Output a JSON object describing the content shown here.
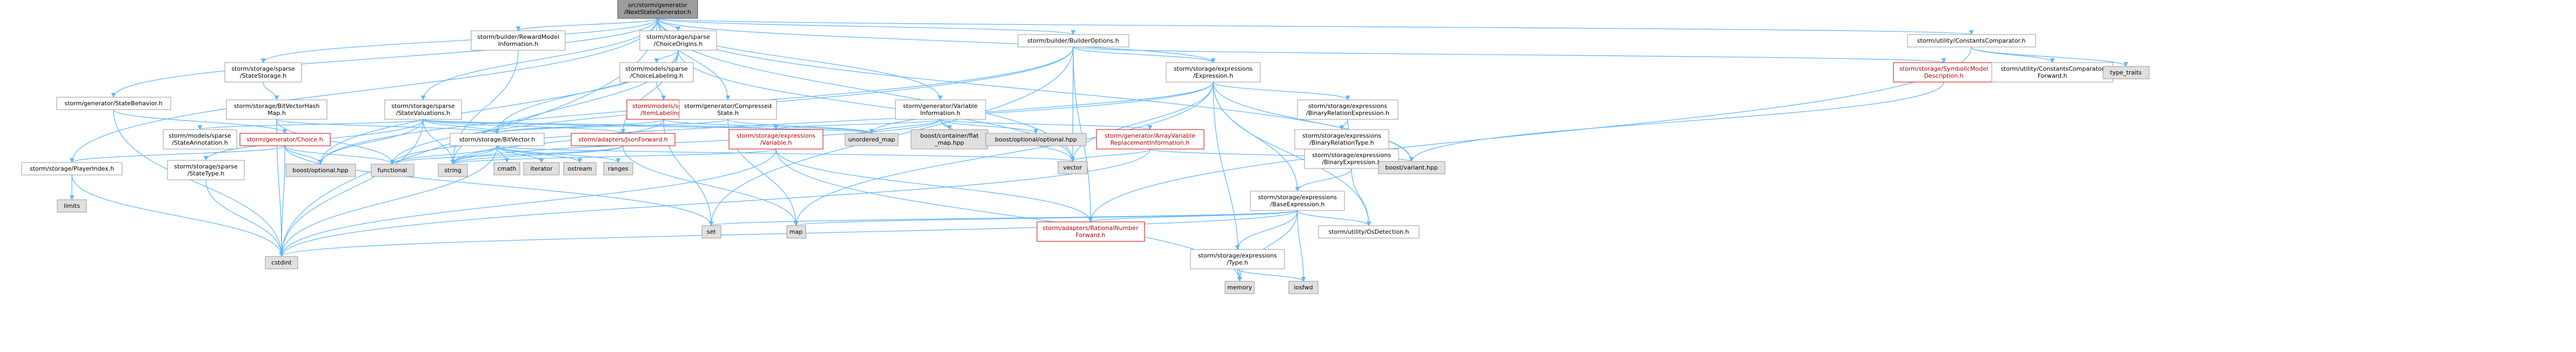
{
  "nodes": [
    {
      "id": "root",
      "lines": [
        "src/storm/generator",
        "/NextStateGenerator.h"
      ],
      "style": "root"
    },
    {
      "id": "stateStorage",
      "lines": [
        "storm/storage/sparse",
        "/StateStorage.h"
      ],
      "style": "white"
    },
    {
      "id": "stateBehavior",
      "lines": [
        "storm/generator/StateBehavior.h"
      ],
      "style": "white"
    },
    {
      "id": "rewardModelInfo",
      "lines": [
        "storm/builder/RewardModel",
        "Information.h"
      ],
      "style": "white"
    },
    {
      "id": "choiceOrigins",
      "lines": [
        "storm/storage/sparse",
        "/ChoiceOrigins.h"
      ],
      "style": "white"
    },
    {
      "id": "builderOptions",
      "lines": [
        "storm/builder/BuilderOptions.h"
      ],
      "style": "white"
    },
    {
      "id": "constantsComparator",
      "lines": [
        "storm/utility/ConstantsComparator.h"
      ],
      "style": "white"
    },
    {
      "id": "bitVectorHashMap",
      "lines": [
        "storm/storage/BitVectorHash",
        "Map.h"
      ],
      "style": "white"
    },
    {
      "id": "stateValuations",
      "lines": [
        "storm/storage/sparse",
        "/StateValuations.h"
      ],
      "style": "white"
    },
    {
      "id": "choiceLabeling",
      "lines": [
        "storm/models/sparse",
        "/ChoiceLabeling.h"
      ],
      "style": "white"
    },
    {
      "id": "itemLabeling",
      "lines": [
        "storm/models/sparse",
        "/ItemLabeling.h"
      ],
      "style": "red"
    },
    {
      "id": "compressedState",
      "lines": [
        "storm/generator/Compressed",
        "State.h"
      ],
      "style": "white"
    },
    {
      "id": "variableInfo",
      "lines": [
        "storm/generator/Variable",
        "Information.h"
      ],
      "style": "white"
    },
    {
      "id": "expression",
      "lines": [
        "storm/storage/expressions",
        "/Expression.h"
      ],
      "style": "white"
    },
    {
      "id": "symbolicModelDesc",
      "lines": [
        "storm/storage/SymbolicModel",
        "Description.h"
      ],
      "style": "red"
    },
    {
      "id": "constantsComparatorFwd",
      "lines": [
        "storm/utility/ConstantsComparator",
        "Forward.h"
      ],
      "style": "white"
    },
    {
      "id": "typeTraits",
      "lines": [
        "type_traits"
      ],
      "style": "gray"
    },
    {
      "id": "stateAnnotation",
      "lines": [
        "storm/models/sparse",
        "/StateAnnotation.h"
      ],
      "style": "white"
    },
    {
      "id": "generatorChoice",
      "lines": [
        "storm/generator/Choice.h"
      ],
      "style": "red"
    },
    {
      "id": "bitVector",
      "lines": [
        "storm/storage/BitVector.h"
      ],
      "style": "white"
    },
    {
      "id": "jsonForward",
      "lines": [
        "storm/adapters/JsonForward.h"
      ],
      "style": "red"
    },
    {
      "id": "exprVariable",
      "lines": [
        "storm/storage/expressions",
        "/Variable.h"
      ],
      "style": "red"
    },
    {
      "id": "unorderedMap",
      "lines": [
        "unordered_map"
      ],
      "style": "gray"
    },
    {
      "id": "flatMap",
      "lines": [
        "boost/container/flat",
        "_map.hpp"
      ],
      "style": "gray"
    },
    {
      "id": "boostOptionalHpp",
      "lines": [
        "boost/optional/optional.hpp"
      ],
      "style": "gray"
    },
    {
      "id": "arrayVarReplInfo",
      "lines": [
        "storm/generator/ArrayVariable",
        "ReplacementInformation.h"
      ],
      "style": "red"
    },
    {
      "id": "binaryRelationExpr",
      "lines": [
        "storm/storage/expressions",
        "/BinaryRelationExpression.h"
      ],
      "style": "white"
    },
    {
      "id": "binaryRelationType",
      "lines": [
        "storm/storage/expressions",
        "/BinaryRelationType.h"
      ],
      "style": "white"
    },
    {
      "id": "binaryExpression",
      "lines": [
        "storm/storage/expressions",
        "/BinaryExpression.h"
      ],
      "style": "white"
    },
    {
      "id": "playerIndex",
      "lines": [
        "storm/storage/PlayerIndex.h"
      ],
      "style": "white"
    },
    {
      "id": "stateType",
      "lines": [
        "storm/storage/sparse",
        "/StateType.h"
      ],
      "style": "white"
    },
    {
      "id": "boostOptional",
      "lines": [
        "boost/optional.hpp"
      ],
      "style": "gray"
    },
    {
      "id": "functional",
      "lines": [
        "functional"
      ],
      "style": "gray"
    },
    {
      "id": "string",
      "lines": [
        "string"
      ],
      "style": "gray"
    },
    {
      "id": "cmath",
      "lines": [
        "cmath"
      ],
      "style": "gray"
    },
    {
      "id": "iterator",
      "lines": [
        "iterator"
      ],
      "style": "gray"
    },
    {
      "id": "ostream",
      "lines": [
        "ostream"
      ],
      "style": "gray"
    },
    {
      "id": "ranges",
      "lines": [
        "ranges"
      ],
      "style": "gray"
    },
    {
      "id": "vector",
      "lines": [
        "vector"
      ],
      "style": "gray"
    },
    {
      "id": "boostVariant",
      "lines": [
        "boost/variant.hpp"
      ],
      "style": "gray"
    },
    {
      "id": "baseExpression",
      "lines": [
        "storm/storage/expressions",
        "/BaseExpression.h"
      ],
      "style": "white"
    },
    {
      "id": "limits",
      "lines": [
        "limits"
      ],
      "style": "gray"
    },
    {
      "id": "set",
      "lines": [
        "set"
      ],
      "style": "gray"
    },
    {
      "id": "map",
      "lines": [
        "map"
      ],
      "style": "gray"
    },
    {
      "id": "rationalNumberFwd",
      "lines": [
        "storm/adapters/RationalNumber",
        "Forward.h"
      ],
      "style": "red"
    },
    {
      "id": "osDetection",
      "lines": [
        "storm/utility/OsDetection.h"
      ],
      "style": "white"
    },
    {
      "id": "exprType",
      "lines": [
        "storm/storage/expressions",
        "/Type.h"
      ],
      "style": "white"
    },
    {
      "id": "cstdint",
      "lines": [
        "cstdint"
      ],
      "style": "gray"
    },
    {
      "id": "memory",
      "lines": [
        "memory"
      ],
      "style": "gray"
    },
    {
      "id": "iosfwd",
      "lines": [
        "iosfwd"
      ],
      "style": "gray"
    }
  ],
  "edges": [
    [
      "root",
      "stateStorage"
    ],
    [
      "root",
      "stateBehavior"
    ],
    [
      "root",
      "rewardModelInfo"
    ],
    [
      "root",
      "choiceOrigins"
    ],
    [
      "root",
      "builderOptions"
    ],
    [
      "root",
      "constantsComparator"
    ],
    [
      "root",
      "stateValuations"
    ],
    [
      "root",
      "compressedState"
    ],
    [
      "root",
      "variableInfo"
    ],
    [
      "root",
      "expression"
    ],
    [
      "root",
      "playerIndex"
    ],
    [
      "root",
      "vector"
    ],
    [
      "root",
      "cstdint"
    ],
    [
      "root",
      "boostVariant"
    ],
    [
      "stateStorage",
      "bitVectorHashMap"
    ],
    [
      "stateBehavior",
      "generatorChoice"
    ],
    [
      "stateBehavior",
      "cstdint"
    ],
    [
      "rewardModelInfo",
      "string"
    ],
    [
      "choiceOrigins",
      "choiceLabeling"
    ],
    [
      "choiceOrigins",
      "bitVector"
    ],
    [
      "choiceOrigins",
      "jsonForward"
    ],
    [
      "choiceOrigins",
      "boostOptional"
    ],
    [
      "choiceOrigins",
      "vector"
    ],
    [
      "choiceOrigins",
      "string"
    ],
    [
      "builderOptions",
      "symbolicModelDesc"
    ],
    [
      "builderOptions",
      "expression"
    ],
    [
      "builderOptions",
      "boostOptional"
    ],
    [
      "builderOptions",
      "functional"
    ],
    [
      "builderOptions",
      "set"
    ],
    [
      "builderOptions",
      "vector"
    ],
    [
      "builderOptions",
      "rationalNumberFwd"
    ],
    [
      "constantsComparator",
      "constantsComparatorFwd"
    ],
    [
      "constantsComparator",
      "typeTraits"
    ],
    [
      "constantsComparator",
      "rationalNumberFwd"
    ],
    [
      "bitVectorHashMap",
      "bitVector"
    ],
    [
      "bitVectorHashMap",
      "functional"
    ],
    [
      "bitVectorHashMap",
      "cstdint"
    ],
    [
      "stateValuations",
      "stateAnnotation"
    ],
    [
      "stateValuations",
      "stateType"
    ],
    [
      "stateValuations",
      "bitVector"
    ],
    [
      "stateValuations",
      "jsonForward"
    ],
    [
      "stateValuations",
      "exprVariable"
    ],
    [
      "stateValuations",
      "boostOptional"
    ],
    [
      "stateValuations",
      "string"
    ],
    [
      "stateValuations",
      "unorderedMap"
    ],
    [
      "stateValuations",
      "cstdint"
    ],
    [
      "choiceLabeling",
      "itemLabeling"
    ],
    [
      "itemLabeling",
      "bitVector"
    ],
    [
      "itemLabeling",
      "set"
    ],
    [
      "itemLabeling",
      "string"
    ],
    [
      "itemLabeling",
      "unorderedMap"
    ],
    [
      "compressedState",
      "bitVector"
    ],
    [
      "compressedState",
      "unorderedMap"
    ],
    [
      "compressedState",
      "map"
    ],
    [
      "variableInfo",
      "exprVariable"
    ],
    [
      "variableInfo",
      "flatMap"
    ],
    [
      "variableInfo",
      "boostOptionalHpp"
    ],
    [
      "variableInfo",
      "arrayVarReplInfo"
    ],
    [
      "variableInfo",
      "vector"
    ],
    [
      "variableInfo",
      "unorderedMap"
    ],
    [
      "variableInfo",
      "string"
    ],
    [
      "expression",
      "binaryRelationExpr"
    ],
    [
      "expression",
      "baseExpression"
    ],
    [
      "expression",
      "vector"
    ],
    [
      "expression",
      "map"
    ],
    [
      "expression",
      "unorderedMap"
    ],
    [
      "expression",
      "memory"
    ],
    [
      "expression",
      "functional"
    ],
    [
      "expression",
      "osDetection"
    ],
    [
      "expression",
      "boostVariant"
    ],
    [
      "symbolicModelDesc",
      "boostVariant"
    ],
    [
      "generatorChoice",
      "playerIndex"
    ],
    [
      "generatorChoice",
      "boostOptional"
    ],
    [
      "generatorChoice",
      "functional"
    ],
    [
      "generatorChoice",
      "set"
    ],
    [
      "generatorChoice",
      "cstdint"
    ],
    [
      "bitVector",
      "cmath"
    ],
    [
      "bitVector",
      "iterator"
    ],
    [
      "bitVector",
      "ostream"
    ],
    [
      "bitVector",
      "ranges"
    ],
    [
      "bitVector",
      "vector"
    ],
    [
      "bitVector",
      "functional"
    ],
    [
      "bitVector",
      "cstdint"
    ],
    [
      "bitVector",
      "string"
    ],
    [
      "jsonForward",
      "map"
    ],
    [
      "jsonForward",
      "functional"
    ],
    [
      "jsonForward",
      "string"
    ],
    [
      "exprVariable",
      "memory"
    ],
    [
      "exprVariable",
      "cstdint"
    ],
    [
      "exprVariable",
      "string"
    ],
    [
      "exprVariable",
      "rationalNumberFwd"
    ],
    [
      "arrayVarReplInfo",
      "vector"
    ],
    [
      "arrayVarReplInfo",
      "cstdint"
    ],
    [
      "arrayVarReplInfo",
      "boostVariant"
    ],
    [
      "binaryRelationExpr",
      "binaryExpression"
    ],
    [
      "binaryRelationExpr",
      "binaryRelationType"
    ],
    [
      "binaryExpression",
      "baseExpression"
    ],
    [
      "binaryExpression",
      "osDetection"
    ],
    [
      "playerIndex",
      "limits"
    ],
    [
      "playerIndex",
      "cstdint"
    ],
    [
      "stateType",
      "cstdint"
    ],
    [
      "baseExpression",
      "set"
    ],
    [
      "baseExpression",
      "map"
    ],
    [
      "baseExpression",
      "rationalNumberFwd"
    ],
    [
      "baseExpression",
      "osDetection"
    ],
    [
      "baseExpression",
      "exprType"
    ],
    [
      "baseExpression",
      "cstdint"
    ],
    [
      "baseExpression",
      "memory"
    ],
    [
      "baseExpression",
      "iosfwd"
    ],
    [
      "exprType",
      "memory"
    ],
    [
      "exprType",
      "iosfwd"
    ]
  ]
}
